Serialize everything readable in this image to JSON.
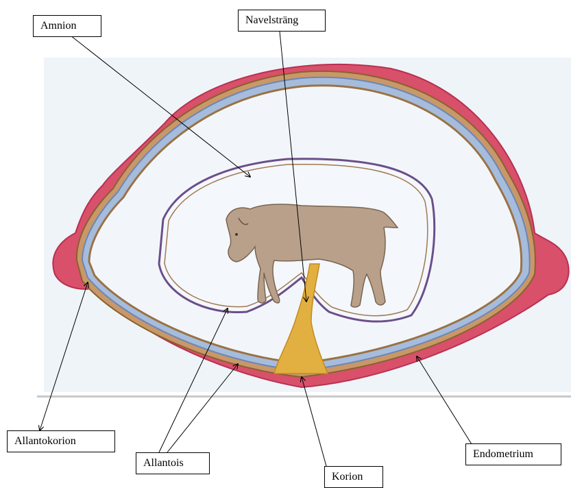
{
  "labels": {
    "amnion": "Amnion",
    "navelstrang": "Navelsträng",
    "allantokorion": "Allantokorion",
    "allantois": "Allantois",
    "korion": "Korion",
    "endometrium": "Endometrium"
  },
  "colors": {
    "endometrium": "#d8506a",
    "korion": "#b88a5a",
    "allantokorion": "#8fa8d0",
    "amnion": "#6a4e8a",
    "umbilical_cord": "#e2b040",
    "fetus": "#b8a08a",
    "background": "#eef4f8"
  }
}
